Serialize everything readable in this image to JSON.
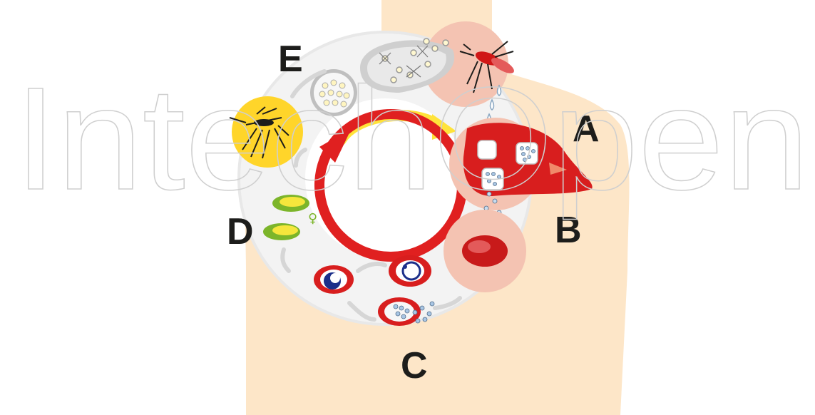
{
  "watermark": "IntechOpen",
  "labels": {
    "a": "A",
    "b": "B",
    "c": "C",
    "d": "D",
    "e": "E"
  },
  "female_symbol": "♀",
  "colors": {
    "body_skin": "#fde6c8",
    "ring_light": "#ececec",
    "cycle_red": "#e02020",
    "cycle_yellow": "#ffe33a",
    "liver_red": "#d81e1e",
    "merozoite_blue": "#1c2f8a",
    "gametocyte_green": "#7cb52a",
    "mosquito_yellow": "#ffd52a"
  },
  "icons": [
    "mosquito-icon",
    "liver-icon",
    "red-blood-cell-icon",
    "gametocyte-icon",
    "oocyst-icon",
    "sporozoite-icon"
  ]
}
